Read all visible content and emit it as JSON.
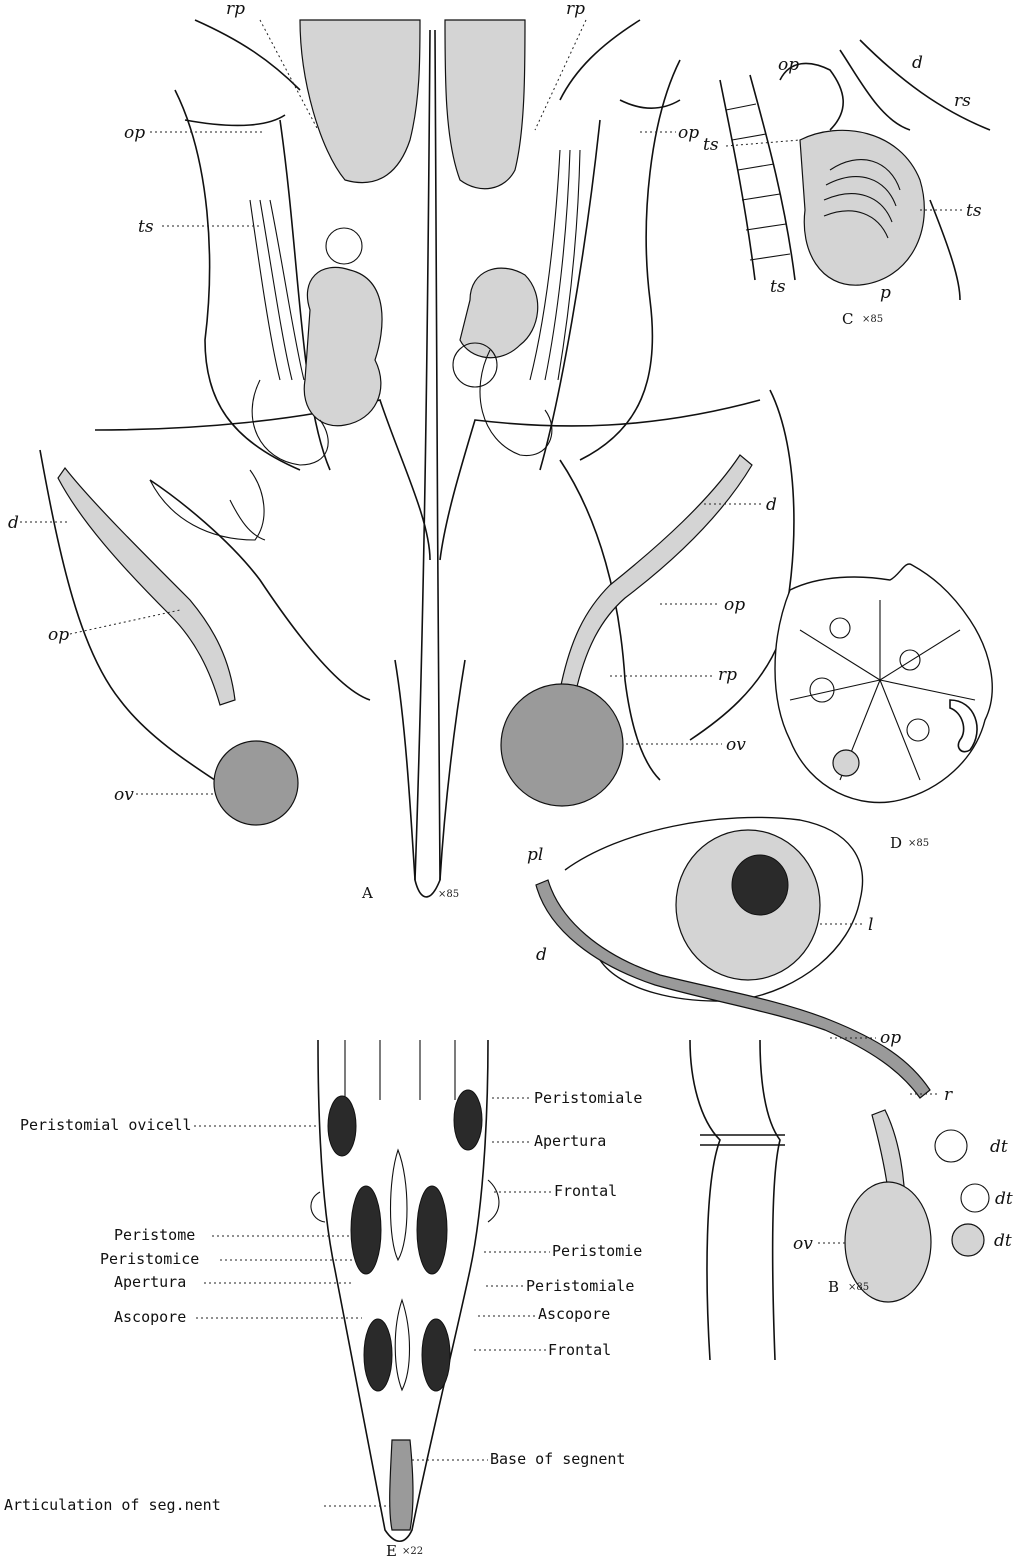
{
  "panels": {
    "A": {
      "caption": "A",
      "magnification": "×85"
    },
    "B": {
      "caption": "B",
      "magnification": "×85"
    },
    "C": {
      "caption": "C",
      "magnification": "×85"
    },
    "D": {
      "caption": "D",
      "magnification": "×85"
    },
    "E": {
      "caption": "E",
      "magnification": "×22"
    }
  },
  "labels_a": {
    "rp_left": "rp",
    "rp_right": "rp",
    "op_upper_left": "op",
    "op_upper_right": "op",
    "ts": "ts",
    "d_left": "d",
    "d_right": "d",
    "op_lower_left": "op",
    "op_lower_right": "op",
    "rp_lower_right": "rp",
    "ov_left": "ov",
    "ov_right": "ov"
  },
  "labels_b": {
    "pl": "pl",
    "l": "l",
    "d": "d",
    "op": "op",
    "r": "r",
    "dt_1": "dt",
    "dt_2": "dt",
    "dt_3": "dt",
    "ov": "ov"
  },
  "labels_c": {
    "op": "op",
    "d": "d",
    "rs": "rs",
    "ts_left": "ts",
    "ts_right": "ts",
    "ts_bottom": "ts",
    "p": "p"
  },
  "labels_e": {
    "peristomial_ovicell": "Peristomial ovicell",
    "peristomiale_upper": "Peristomiale",
    "apertura_upper": "Apertura",
    "frontal_upper": "Frontal",
    "peristome": "Peristome",
    "peristomice": "Peristomice",
    "apertura_lower": "Apertura",
    "ascopore_left": "Ascopore",
    "peristomie": "Peristomie",
    "peristomiale_lower": "Peristomiale",
    "ascopore_right": "Ascopore",
    "frontal_lower": "Frontal",
    "base_of_segment": "Base of segnent",
    "articulation_of_segment": "Articulation of seg.nent"
  }
}
